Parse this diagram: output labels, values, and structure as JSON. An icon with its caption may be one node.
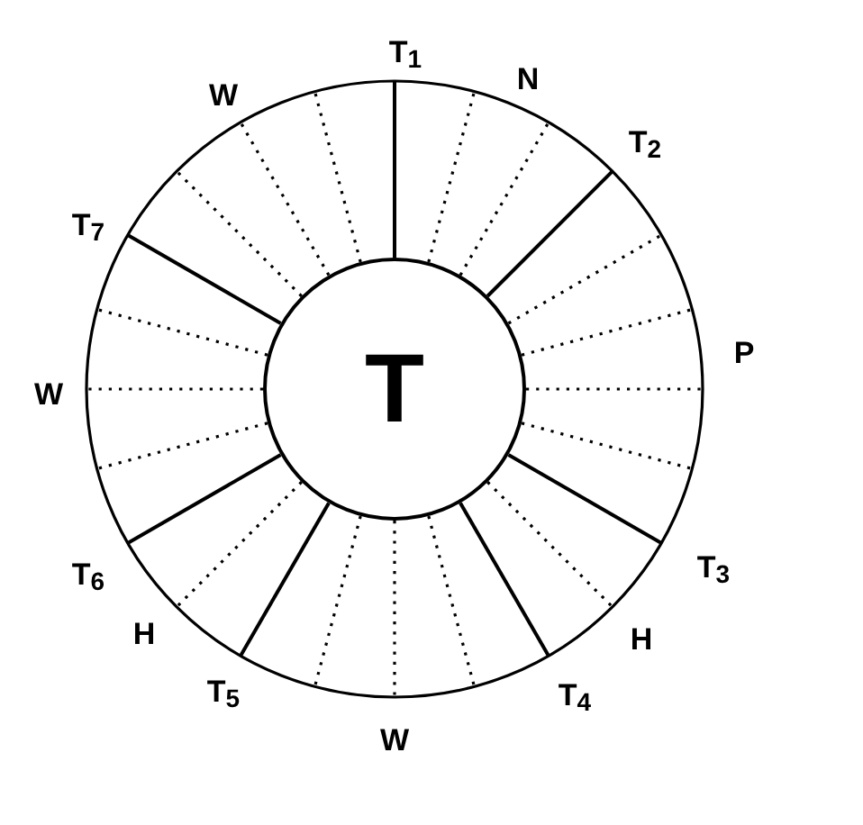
{
  "diagram": {
    "nodes": [
      {
        "text": [
          "T"
        ]
      }
    ],
    "labels": [
      "T$_{1}$",
      "N",
      "T$_{2}$",
      "P",
      "T$_{3}$",
      "H",
      "T$_{4}$",
      "W",
      "T$_{5}$",
      "H",
      "T$_{6}$",
      "W",
      "T$_{7}$",
      "W"
    ]
  }
}
